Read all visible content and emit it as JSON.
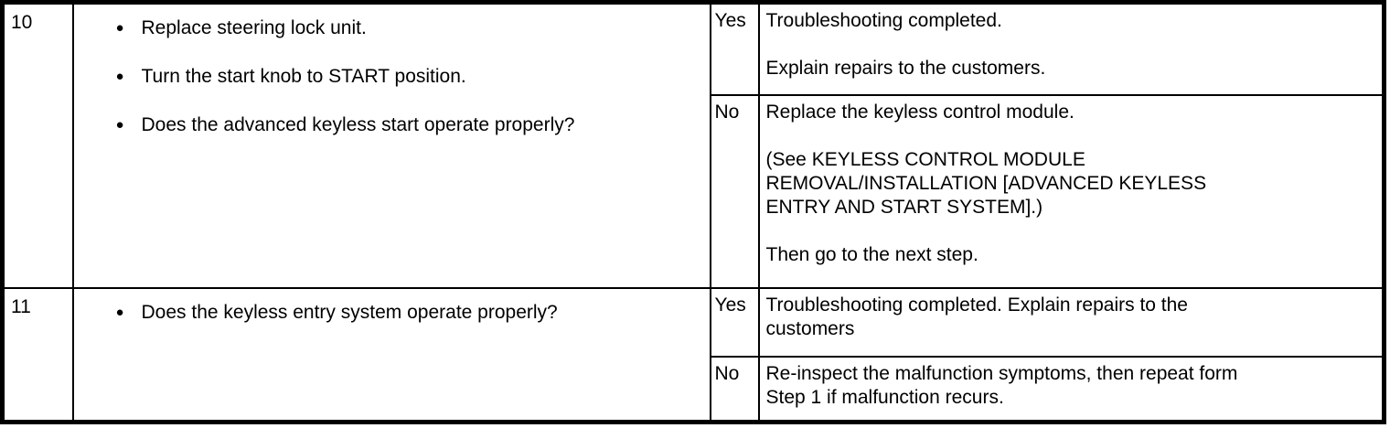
{
  "colors": {
    "border": "#000000",
    "background": "#ffffff",
    "text": "#000000"
  },
  "glyphs": {
    "bullet": "●"
  },
  "rows": [
    {
      "step": "10",
      "actions": [
        "Replace steering lock unit.",
        "Turn the start knob to START position.",
        "Does the advanced keyless start operate properly?"
      ],
      "outcomes": [
        {
          "label": "Yes",
          "result": "Troubleshooting completed.\n\nExplain repairs to the customers."
        },
        {
          "label": "No",
          "result": "Replace the keyless control module.\n\n(See KEYLESS CONTROL MODULE\nREMOVAL/INSTALLATION [ADVANCED KEYLESS\nENTRY AND START SYSTEM].)\n\nThen go to the next step."
        }
      ]
    },
    {
      "step": "11",
      "actions": [
        "Does the keyless entry system operate properly?"
      ],
      "outcomes": [
        {
          "label": "Yes",
          "result": "Troubleshooting completed. Explain repairs to the\ncustomers"
        },
        {
          "label": "No",
          "result": "Re-inspect the malfunction symptoms, then repeat form\nStep 1 if malfunction recurs."
        }
      ]
    }
  ]
}
